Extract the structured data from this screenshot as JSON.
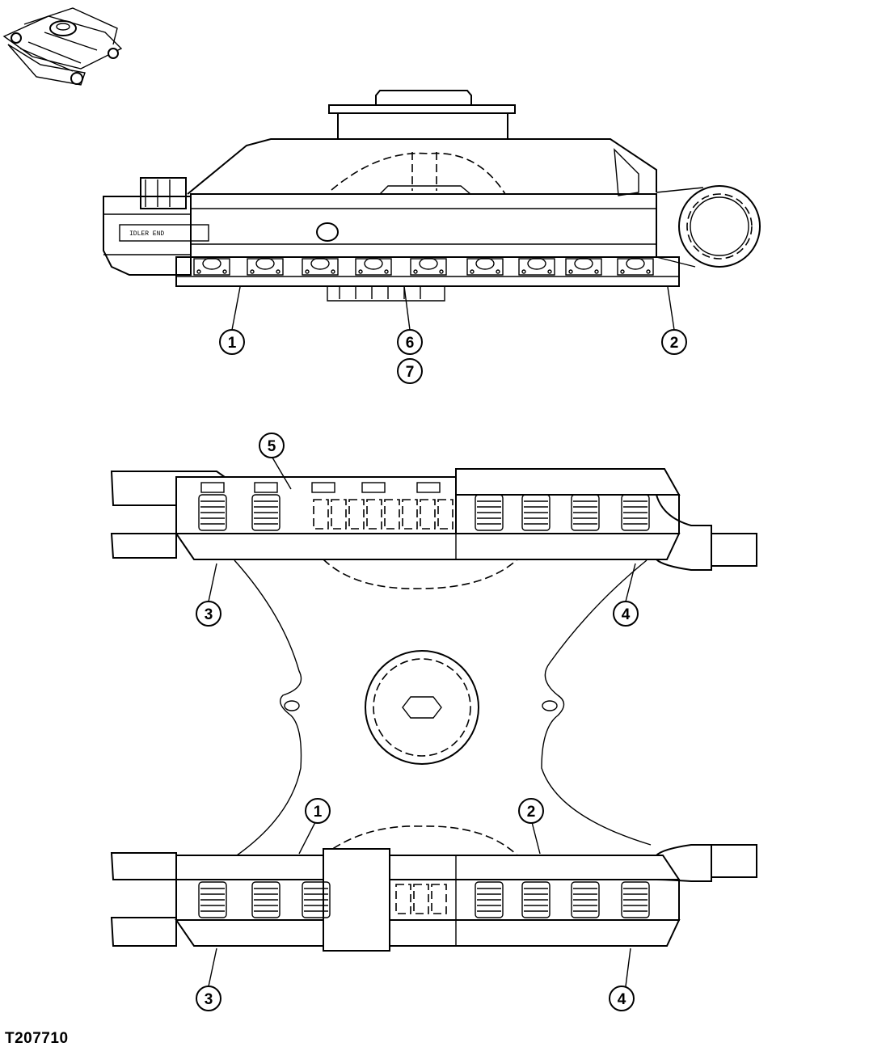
{
  "figure_id": "T207710",
  "idler_label": "IDLER END",
  "callouts": {
    "side_1": "1",
    "side_2": "2",
    "side_6": "6",
    "side_7": "7",
    "top_5": "5",
    "top_3a": "3",
    "top_4a": "4",
    "top_1": "1",
    "top_2": "2",
    "top_3b": "3",
    "top_4b": "4"
  },
  "colors": {
    "line": "#000000",
    "background": "#ffffff"
  }
}
